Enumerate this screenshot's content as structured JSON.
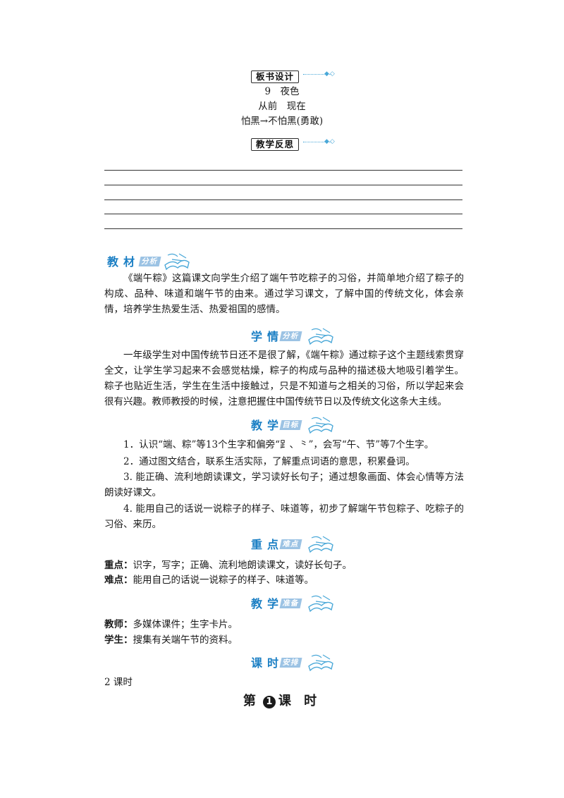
{
  "board_design": {
    "label": "板书设计",
    "line1": "9　夜色",
    "line2": "从前　现在",
    "line3": "怕黑→不怕黑(勇敢)"
  },
  "reflection": {
    "label": "教学反思",
    "blank_line_count": 5
  },
  "material_analysis": {
    "heading_main": "教材",
    "heading_sub": "分析",
    "text": "《端午粽》这篇课文向学生介绍了端午节吃粽子的习俗，并简单地介绍了粽子的构成、品种、味道和端午节的由来。通过学习课文，了解中国的传统文化，体会亲情，培养学生热爱生活、热爱祖国的感情。"
  },
  "student_analysis": {
    "heading_main": "学情",
    "heading_sub": "分析",
    "text": "一年级学生对中国传统节日还不是很了解，《端午粽》通过粽子这个主题线索贯穿全文，让学生学习起来不会感觉枯燥，粽子的构成与品种的描述极大地吸引着学生。粽子也贴近生活，学生在生活中接触过，只是不知道与之相关的习俗，所以学起来会很有兴趣。教师教授的时候，注意把握住中国传统节日以及传统文化这条大主线。"
  },
  "teaching_goals": {
    "heading_main": "教学",
    "heading_sub": "目标",
    "items": [
      "1．认识“端、粽”等13个生字和偏旁“⻊、⺀”，会写“午、节”等7个生字。",
      "2．通过图文结合，联系生活实际，了解重点词语的意思，积累叠词。",
      "3. 能正确、流利地朗读课文，学习读好长句子；通过想象画面、体会心情等方法朗读好课文。",
      "4. 能用自己的话说一说粽子的样子、味道等，初步了解端午节包粽子、吃粽子的习俗、来历。"
    ]
  },
  "key_points": {
    "heading_main": "重点",
    "heading_sub": "难点",
    "key_label": "重点：",
    "key_text": "识字，写字；正确、流利地朗读课文，读好长句子。",
    "difficult_label": "难点：",
    "difficult_text": "能用自己的话说一说粽子的样子、味道等。"
  },
  "preparation": {
    "heading_main": "教学",
    "heading_sub": "准备",
    "teacher_label": "教师：",
    "teacher_text": "多媒体课件；生字卡片。",
    "student_label": "学生：",
    "student_text": "搜集有关端午节的资料。"
  },
  "schedule": {
    "heading_main": "课时",
    "heading_sub": "安排",
    "text": "2 课时"
  },
  "lesson": {
    "prefix": "第",
    "number": "1",
    "suffix": "课 时"
  },
  "colors": {
    "heading_blue": "#1b7fc4",
    "sub_tag_blue": "#9cc3e4",
    "dotted_blue": "#4aa8d8"
  }
}
